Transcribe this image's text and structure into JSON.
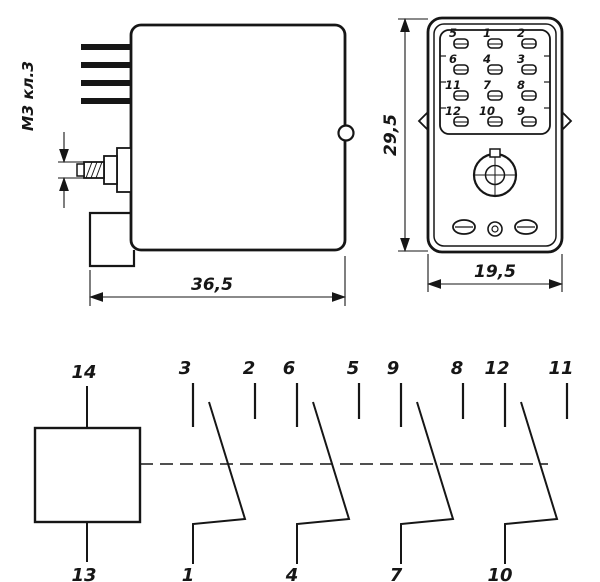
{
  "colors": {
    "ink": "#161616",
    "background": "#ffffff"
  },
  "side_view": {
    "thread_label": "М3 кл.3",
    "width_dim": "36,5"
  },
  "front_view": {
    "height_dim": "29,5",
    "width_dim": "19,5",
    "pin_grid": [
      [
        "5",
        "1",
        "2"
      ],
      [
        "6",
        "4",
        "3"
      ],
      [
        "11",
        "7",
        "8"
      ],
      [
        "12",
        "10",
        "9"
      ]
    ]
  },
  "schematic": {
    "coil_top_pin": "14",
    "coil_bottom_pin": "13",
    "groups": [
      {
        "nc": "3",
        "no": "2",
        "common": "1"
      },
      {
        "nc": "6",
        "no": "5",
        "common": "4"
      },
      {
        "nc": "9",
        "no": "8",
        "common": "7"
      },
      {
        "nc": "12",
        "no": "11",
        "common": "10"
      }
    ]
  }
}
